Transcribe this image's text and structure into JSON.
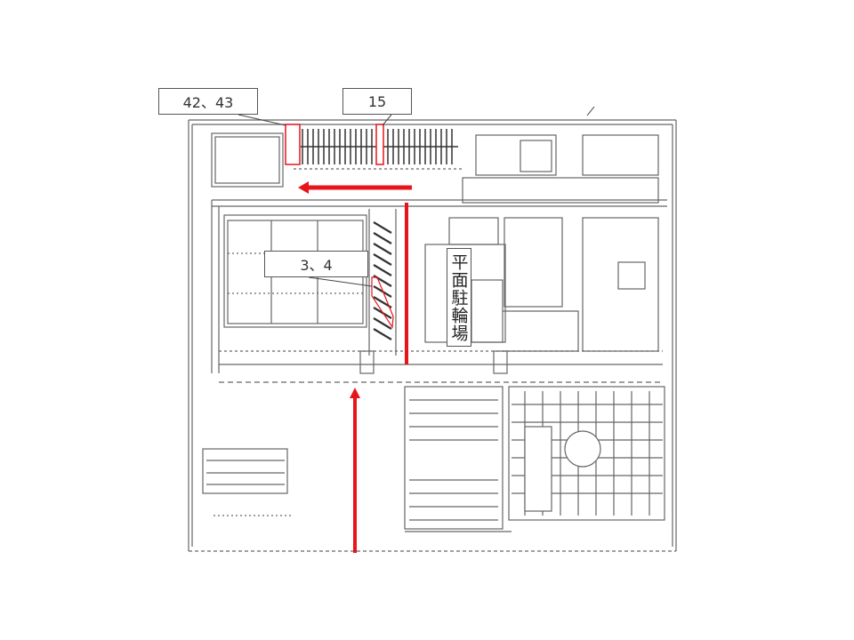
{
  "callouts": {
    "top_left": "42、43",
    "top_right": "15",
    "middle": "3、4"
  },
  "area_label": "平面駐輪場",
  "colors": {
    "highlight": "#e8141b",
    "plan_line": "#555555",
    "callout_border": "#555555"
  }
}
